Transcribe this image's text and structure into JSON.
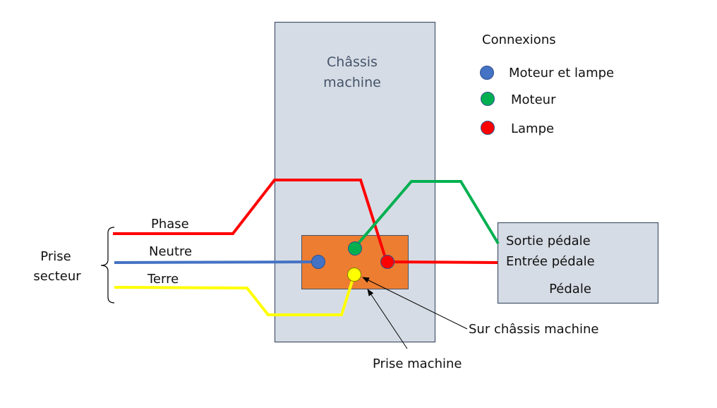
{
  "chassis": {
    "line1": "Châssis",
    "line2": "machine",
    "fill": "#d6dce5",
    "stroke": "#44546a"
  },
  "legend": {
    "title": "Connexions",
    "items": [
      {
        "label": "Moteur et lampe",
        "color": "#4472c4"
      },
      {
        "label": "Moteur",
        "color": "#00b050"
      },
      {
        "label": "Lampe",
        "color": "#ff0000"
      }
    ]
  },
  "mains_socket": {
    "label_line1": "Prise",
    "label_line2": "secteur",
    "wires": [
      {
        "name": "Phase",
        "color": "#ff0000"
      },
      {
        "name": "Neutre",
        "color": "#4472c4"
      },
      {
        "name": "Terre",
        "color": "#ffff00"
      }
    ]
  },
  "machine_socket": {
    "fill": "#ed7d31",
    "terminals": [
      {
        "role": "neutral",
        "color": "#4472c4"
      },
      {
        "role": "motor",
        "color": "#00b050"
      },
      {
        "role": "lamp",
        "color": "#ff0000"
      },
      {
        "role": "earth",
        "color": "#ffff00"
      }
    ]
  },
  "pedal": {
    "title": "Pédale",
    "output_label": "Sortie pédale",
    "input_label": "Entrée pédale",
    "fill": "#d6dce5"
  },
  "annotations": {
    "chassis_ground": "Sur châssis machine",
    "machine_socket": "Prise machine"
  }
}
